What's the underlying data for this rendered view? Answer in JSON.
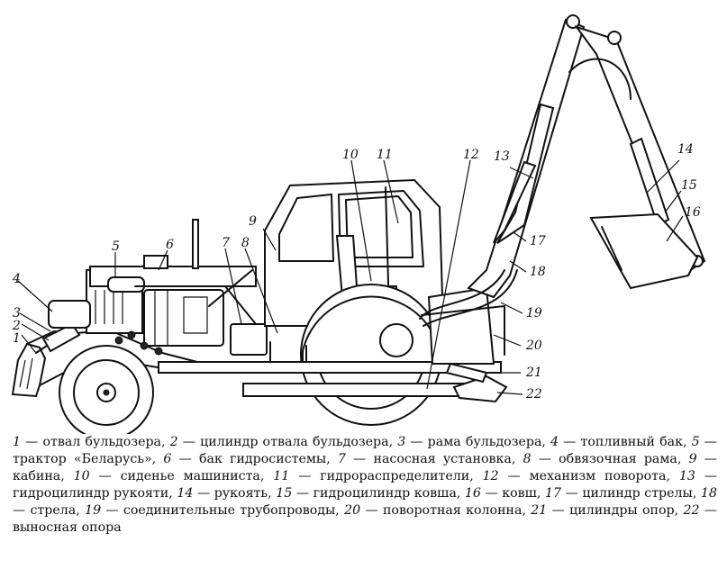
{
  "labels": [
    {
      "n": "1"
    },
    {
      "n": "2"
    },
    {
      "n": "3"
    },
    {
      "n": "4"
    },
    {
      "n": "5"
    },
    {
      "n": "6"
    },
    {
      "n": "7"
    },
    {
      "n": "8"
    },
    {
      "n": "9"
    },
    {
      "n": "10"
    },
    {
      "n": "11"
    },
    {
      "n": "12"
    },
    {
      "n": "13"
    },
    {
      "n": "14"
    },
    {
      "n": "15"
    },
    {
      "n": "16"
    },
    {
      "n": "17"
    },
    {
      "n": "18"
    },
    {
      "n": "19"
    },
    {
      "n": "20"
    },
    {
      "n": "21"
    },
    {
      "n": "22"
    }
  ],
  "caption": [
    {
      "n": "1",
      "text": " — отвал бульдозера, "
    },
    {
      "n": "2",
      "text": " — цилиндр отвала бульдозера, "
    },
    {
      "n": "3",
      "text": " — рама бульдозера, "
    },
    {
      "n": "4",
      "text": " — топливный бак, "
    },
    {
      "n": "5",
      "text": " — трактор «Беларусь», "
    },
    {
      "n": "6",
      "text": " — бак гидросистемы, "
    },
    {
      "n": "7",
      "text": " — насосная установка, "
    },
    {
      "n": "8",
      "text": " — обвязочная рама, "
    },
    {
      "n": "9",
      "text": " — кабина, "
    },
    {
      "n": "10",
      "text": " — сиденье машиниста, "
    },
    {
      "n": "11",
      "text": " — гидрораспределители, "
    },
    {
      "n": "12",
      "text": " — механизм поворота, "
    },
    {
      "n": "13",
      "text": " — гидроцилиндр рукояти, "
    },
    {
      "n": "14",
      "text": " — рукоять, "
    },
    {
      "n": "15",
      "text": " — гидроцилиндр ковша, "
    },
    {
      "n": "16",
      "text": " — ковш, "
    },
    {
      "n": "17",
      "text": " — цилиндр стрелы, "
    },
    {
      "n": "18",
      "text": " — стрела, "
    },
    {
      "n": "19",
      "text": " — соединительные трубопроводы, "
    },
    {
      "n": "20",
      "text": " — поворотная колонна, "
    },
    {
      "n": "21",
      "text": " — цилиндры опор, "
    },
    {
      "n": "22",
      "text": " — выносная опора"
    }
  ]
}
